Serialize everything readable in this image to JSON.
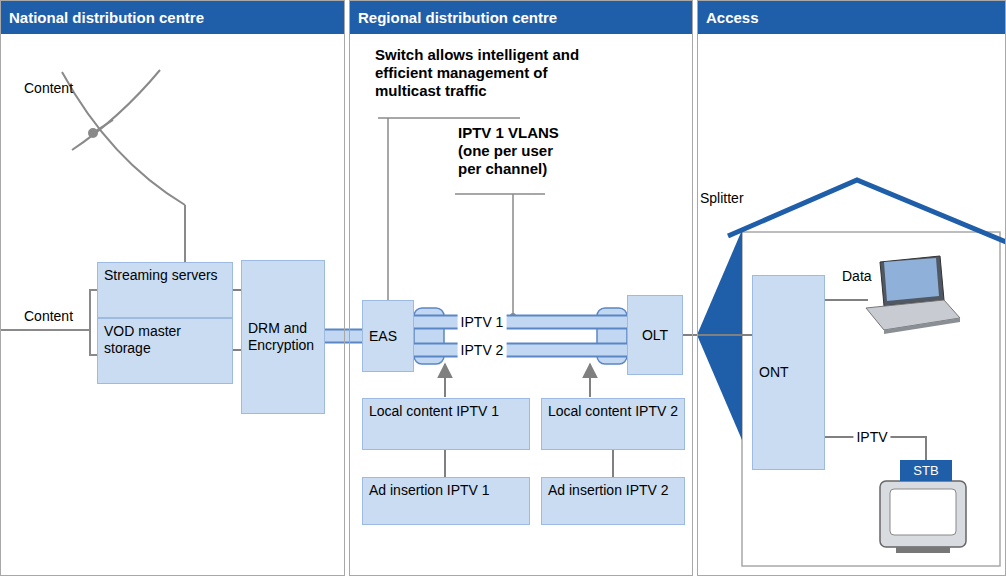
{
  "diagram": {
    "nodes": [
      {
        "text": [
          "National distribution centre"
        ]
      },
      {
        "text": [
          "Streaming servers"
        ],
        "in": 0
      },
      {
        "text": [
          "VOD master storage"
        ],
        "in": 0
      },
      {
        "text": [
          "DRM and Encryption"
        ],
        "in": 0
      },
      {
        "text": [
          "Regional distribution centre"
        ]
      },
      {
        "text": [
          "EAS"
        ],
        "in": 4
      },
      {
        "text": [
          "Local content IPTV 1"
        ],
        "in": 4
      },
      {
        "text": [
          "Ad insertion IPTV 1"
        ],
        "in": 4
      },
      {
        "text": [
          "Local content IPTV 2"
        ],
        "in": 4
      },
      {
        "text": [
          "Ad insertion IPTV 2"
        ],
        "in": 4
      },
      {
        "text": [
          "OLT"
        ],
        "in": 4
      },
      {
        "text": [
          "Access"
        ]
      },
      {
        "text": [
          "ONT"
        ],
        "in": 11
      },
      {
        "text": [
          "STB"
        ],
        "in": 11
      }
    ],
    "edges": [
      {
        "from": 1,
        "to": 3,
        "arrow": "none"
      },
      {
        "from": 2,
        "to": 3,
        "arrow": "none"
      },
      {
        "from": 3,
        "to": 5,
        "arrow": "none"
      },
      {
        "from": 5,
        "to": 10,
        "label": "IPTV 1",
        "arrow": "none"
      },
      {
        "from": 5,
        "to": 10,
        "label": "IPTV 2",
        "arrow": "none"
      },
      {
        "from": 6,
        "to": 7,
        "arrow": "none"
      },
      {
        "from": 8,
        "to": 9,
        "arrow": "none"
      },
      {
        "from": 10,
        "to": 12,
        "arrow": "none"
      },
      {
        "from": 12,
        "to": 13,
        "label": "IPTV",
        "arrow": "none"
      }
    ],
    "labels": [
      "Content",
      "Content",
      "Switch allows intelligent and efficient management of multicast traffic",
      "IPTV 1 VLANS (one per user per channel)",
      "Splitter",
      "Data"
    ]
  }
}
